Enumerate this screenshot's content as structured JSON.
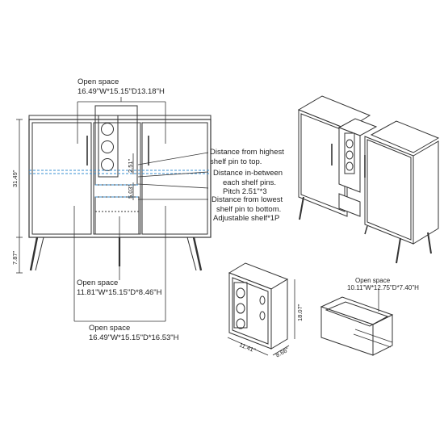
{
  "labels": {
    "open_top_title": "Open space",
    "open_top_dims": "16.49\"W*15.15\"D13.18\"H",
    "note_highest_1": "Distance from highest",
    "note_highest_2": "shelf pin to top.",
    "note_between_1": "Distance in-between",
    "note_between_2": "each shelf pins.",
    "note_pitch": "Pitch 2.51\"*3",
    "note_lowest_1": "Distance from lowest",
    "note_lowest_2": "shelf pin to bottom.",
    "note_adjustable": "Adjustable shelf*1P",
    "open_mid_title": "Open space",
    "open_mid_dims": "11.81\"W*15.15\"D*8.46\"H",
    "open_bottom_title": "Open space",
    "open_bottom_dims": "16.49\"W*15.15\"D*16.53\"H",
    "drawer_title": "Open space",
    "drawer_dims": "10.11\"W*12.75\"D*7.40\"H"
  },
  "dimensions": {
    "total_height": "31.49\"",
    "leg_height": "7.87\"",
    "pin_top": "2.51\"",
    "pin_bottom": "5.03\"",
    "rack_height": "18.07\"",
    "rack_width": "11.41\"",
    "rack_depth": "8.66\""
  }
}
